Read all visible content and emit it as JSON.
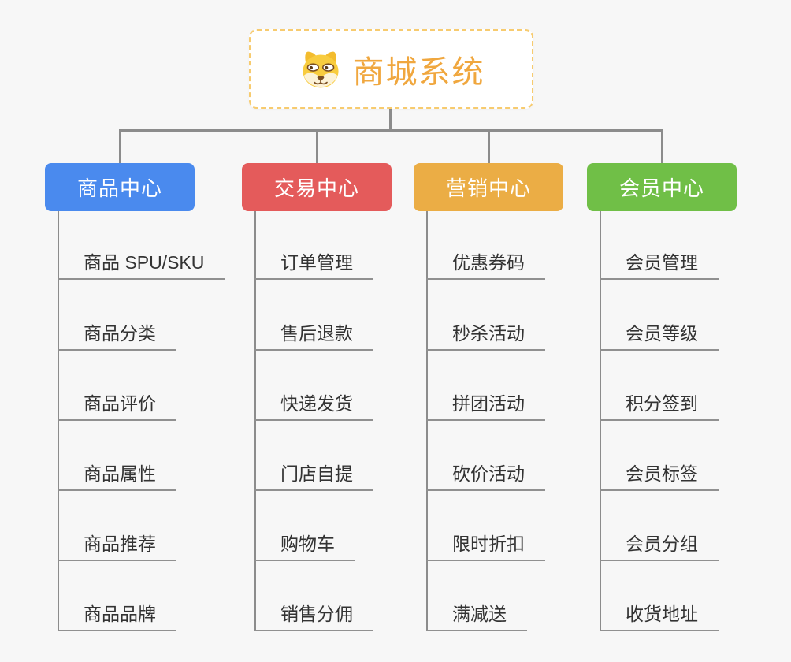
{
  "app": {
    "background_color": "#f7f7f7",
    "connector_color": "#8c8c8c"
  },
  "root": {
    "title": "商城系统",
    "icon": "dog-face-icon",
    "text_color": "#f0a73e",
    "border_color": "#f7cb6f"
  },
  "branches": [
    {
      "label": "商品中心",
      "color": "#4a8aee",
      "children": [
        "商品 SPU/SKU",
        "商品分类",
        "商品评价",
        "商品属性",
        "商品推荐",
        "商品品牌"
      ]
    },
    {
      "label": "交易中心",
      "color": "#e45b5b",
      "children": [
        "订单管理",
        "售后退款",
        "快递发货",
        "门店自提",
        "购物车",
        "销售分佣"
      ]
    },
    {
      "label": "营销中心",
      "color": "#ebad45",
      "children": [
        "优惠券码",
        "秒杀活动",
        "拼团活动",
        "砍价活动",
        "限时折扣",
        "满减送"
      ]
    },
    {
      "label": "会员中心",
      "color": "#70bf47",
      "children": [
        "会员管理",
        "会员等级",
        "积分签到",
        "会员标签",
        "会员分组",
        "收货地址"
      ]
    }
  ]
}
